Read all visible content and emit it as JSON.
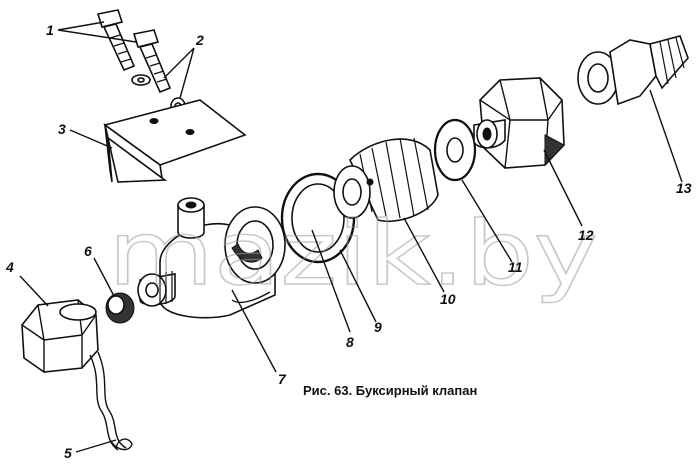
{
  "figure": {
    "caption": "Рис. 63. Буксирный клапан",
    "watermark": "mazik.by"
  },
  "callouts": [
    {
      "id": "1",
      "label": "1"
    },
    {
      "id": "2",
      "label": "2"
    },
    {
      "id": "3",
      "label": "3"
    },
    {
      "id": "4",
      "label": "4"
    },
    {
      "id": "5",
      "label": "5"
    },
    {
      "id": "6",
      "label": "6"
    },
    {
      "id": "7",
      "label": "7"
    },
    {
      "id": "8",
      "label": "8"
    },
    {
      "id": "9",
      "label": "9"
    },
    {
      "id": "10",
      "label": "10"
    },
    {
      "id": "11",
      "label": "11"
    },
    {
      "id": "12",
      "label": "12"
    },
    {
      "id": "13",
      "label": "13"
    }
  ]
}
